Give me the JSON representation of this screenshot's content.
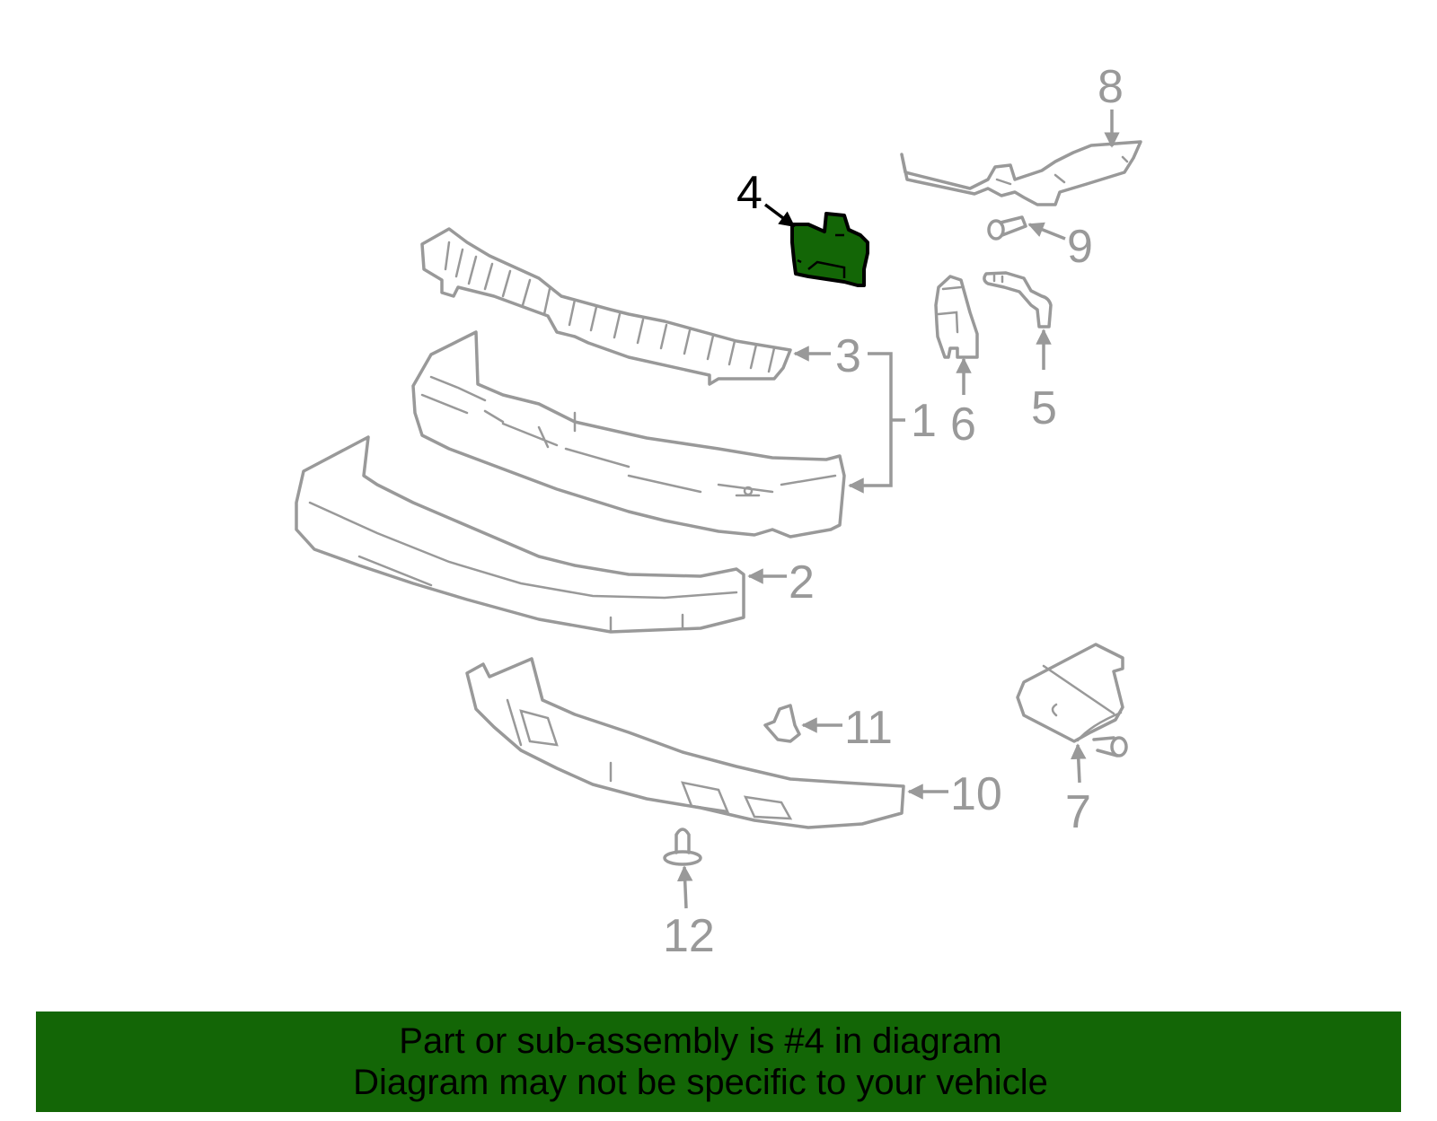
{
  "diagram": {
    "highlight_color": "#136606",
    "line_color": "#999999",
    "highlighted_part": "4",
    "callouts": [
      {
        "id": "c1",
        "label": "1"
      },
      {
        "id": "c2",
        "label": "2"
      },
      {
        "id": "c3",
        "label": "3"
      },
      {
        "id": "c4",
        "label": "4"
      },
      {
        "id": "c5",
        "label": "5"
      },
      {
        "id": "c6",
        "label": "6"
      },
      {
        "id": "c7",
        "label": "7"
      },
      {
        "id": "c8",
        "label": "8"
      },
      {
        "id": "c9",
        "label": "9"
      },
      {
        "id": "c10",
        "label": "10"
      },
      {
        "id": "c11",
        "label": "11"
      },
      {
        "id": "c12",
        "label": "12"
      }
    ]
  },
  "banner": {
    "background": "#136606",
    "line1": "Part or sub-assembly is #4 in diagram",
    "line2": "Diagram may not be specific to your vehicle"
  }
}
